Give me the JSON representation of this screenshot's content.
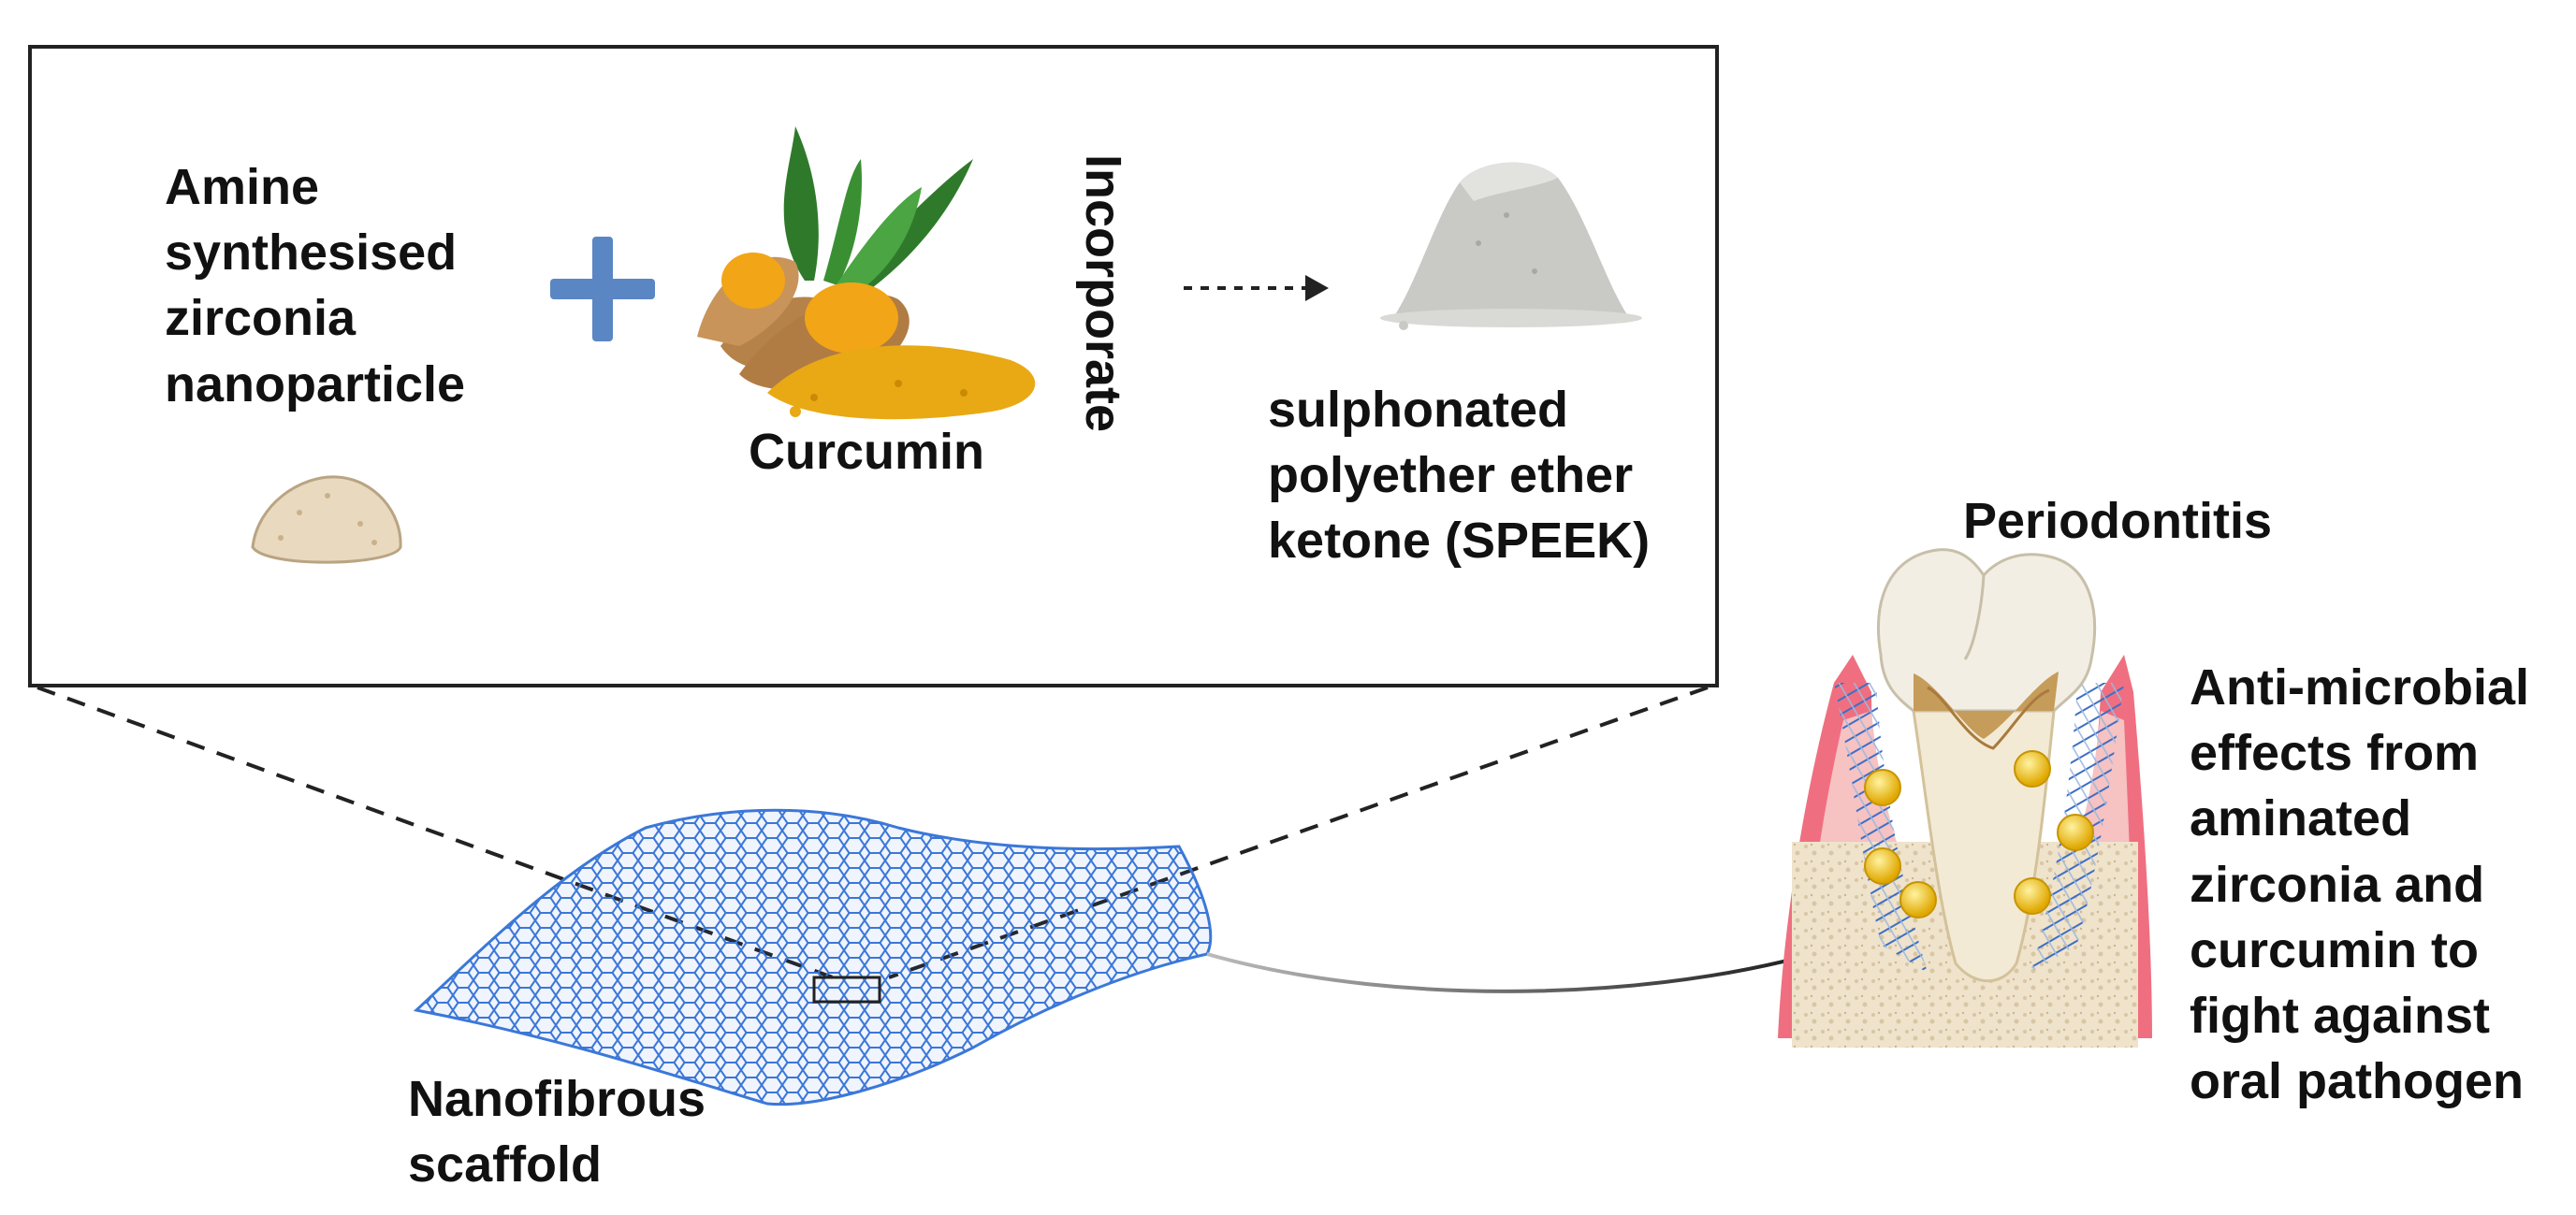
{
  "labels": {
    "amine": "Amine synthesised zirconia nanoparticle",
    "curcumin": "Curcumin",
    "incorporate": "Incorporate",
    "speek": "sulphonated polyether ether ketone (SPEEK)",
    "periodontitis": "Periodontitis",
    "antimicrobial": "Anti-microbial effects from aminated zirconia and curcumin to fight against oral pathogen",
    "scaffold": "Nanofibrous scaffold"
  },
  "icons": [
    "zirconia-powder-icon",
    "plus-icon",
    "turmeric-icon",
    "speek-powder-icon",
    "nanofiber-mesh-icon",
    "tooth-periodontitis-icon"
  ],
  "colors": {
    "plus": "#5b86c4",
    "mesh": "#3b78d8",
    "turmeric": "#f2a516",
    "leaf": "#2f7a2a",
    "gum": "#e06a78",
    "nanoparticle": "#f5c518",
    "speek": "#c9c9c5",
    "zirconia": "#e9d9bf"
  }
}
